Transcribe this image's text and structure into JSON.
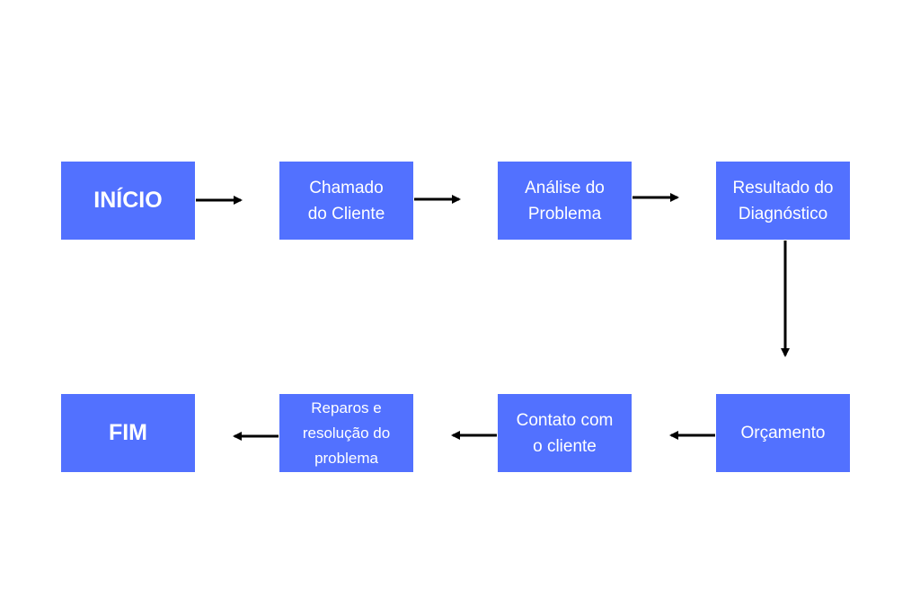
{
  "diagram": {
    "nodes": {
      "inicio": {
        "label": "INÍCIO"
      },
      "chamado": {
        "label": "Chamado\ndo Cliente"
      },
      "analise": {
        "label": "Análise do\nProblema"
      },
      "resultado": {
        "label": "Resultado do\nDiagnóstico"
      },
      "orcamento": {
        "label": "Orçamento"
      },
      "contato": {
        "label": "Contato com\no cliente"
      },
      "reparos": {
        "label": "Reparos e\nresolução do\nproblema"
      },
      "fim": {
        "label": "FIM"
      }
    },
    "edges": [
      {
        "from": "inicio",
        "to": "chamado"
      },
      {
        "from": "chamado",
        "to": "analise"
      },
      {
        "from": "analise",
        "to": "resultado"
      },
      {
        "from": "resultado",
        "to": "orcamento"
      },
      {
        "from": "orcamento",
        "to": "contato"
      },
      {
        "from": "contato",
        "to": "reparos"
      },
      {
        "from": "reparos",
        "to": "fim"
      }
    ],
    "colors": {
      "box": "#5271ff",
      "text": "#ffffff",
      "arrow": "#000000"
    }
  }
}
